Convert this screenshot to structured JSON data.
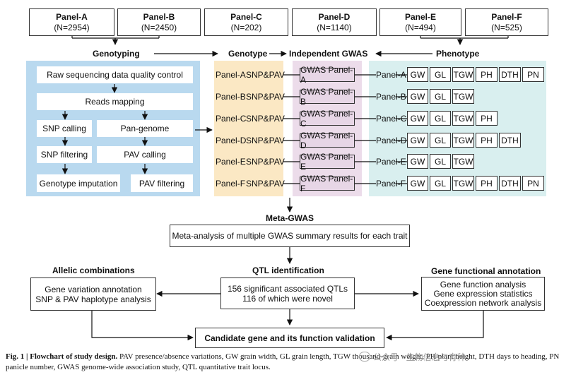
{
  "panels": [
    {
      "name": "Panel-A",
      "n": "(N=2954)"
    },
    {
      "name": "Panel-B",
      "n": "(N=2450)"
    },
    {
      "name": "Panel-C",
      "n": "(N=202)"
    },
    {
      "name": "Panel-D",
      "n": "(N=1140)"
    },
    {
      "name": "Panel-E",
      "n": "(N=494)"
    },
    {
      "name": "Panel-F",
      "n": "(N=525)"
    }
  ],
  "headers": {
    "genotyping": "Genotyping",
    "genotype": "Genotype",
    "independent_gwas": "Independent GWAS",
    "phenotype": "Phenotype",
    "meta_gwas": "Meta-GWAS",
    "allelic": "Allelic combinations",
    "qtl": "QTL identification",
    "gene_func": "Gene functional annotation"
  },
  "genotyping": {
    "raw": "Raw sequencing data quality control",
    "mapping": "Reads mapping",
    "snp_calling": "SNP calling",
    "pan_genome": "Pan-genome",
    "snp_filtering": "SNP filtering",
    "pav_calling": "PAV calling",
    "imputation": "Genotype imputation",
    "pav_filtering": "PAV filtering"
  },
  "rows": [
    {
      "panel": "Panel-A",
      "marker": "SNP&PAV",
      "gwas": "GWAS Panel-A",
      "traits": [
        "GW",
        "GL",
        "TGW",
        "PH",
        "DTH",
        "PN"
      ]
    },
    {
      "panel": "Panel-B",
      "marker": "SNP&PAV",
      "gwas": "GWAS Panel-B",
      "traits": [
        "GW",
        "GL",
        "TGW"
      ]
    },
    {
      "panel": "Panel-C",
      "marker": "SNP&PAV",
      "gwas": "GWAS Panel-C",
      "traits": [
        "GW",
        "GL",
        "TGW",
        "PH"
      ]
    },
    {
      "panel": "Panel-D",
      "marker": "SNP&PAV",
      "gwas": "GWAS Panel-D",
      "traits": [
        "GW",
        "GL",
        "TGW",
        "PH",
        "DTH"
      ]
    },
    {
      "panel": "Panel-E",
      "marker": "SNP&PAV",
      "gwas": "GWAS Panel-E",
      "traits": [
        "GW",
        "GL",
        "TGW"
      ]
    },
    {
      "panel": "Panel-F",
      "marker": "SNP&PAV",
      "gwas": "GWAS Panel-F",
      "traits": [
        "GW",
        "GL",
        "TGW",
        "PH",
        "DTH",
        "PN"
      ]
    }
  ],
  "meta": {
    "text": "Meta-analysis of multiple GWAS summary results for each trait"
  },
  "allelic": {
    "line1": "Gene variation annotation",
    "line2": "SNP & PAV haplotype analysis"
  },
  "qtl": {
    "line1": "156 significant associated QTLs",
    "line2": "116 of which were novel"
  },
  "gene_func": {
    "line1": "Gene function analysis",
    "line2": "Gene expression statistics",
    "line3": "Coexpression network analysis"
  },
  "candidate": "Candidate gene and its function validation",
  "caption": {
    "label": "Fig. 1 | Flowchart of study design.",
    "text": " PAV presence/absence variations, GW grain width, GL grain length, TGW thousand-grain weight, PH plant height, DTH days to heading, PN panicle number, GWAS genome-wide association study, QTL quantitative trait locus."
  },
  "watermark": "公众号 · 生物信息与育种",
  "colors": {
    "genotyping_bg": "#b9d9ef",
    "genotype_bg": "#fbe8c4",
    "gwas_bg": "#ecdcea",
    "phenotype_bg": "#d9efef"
  }
}
